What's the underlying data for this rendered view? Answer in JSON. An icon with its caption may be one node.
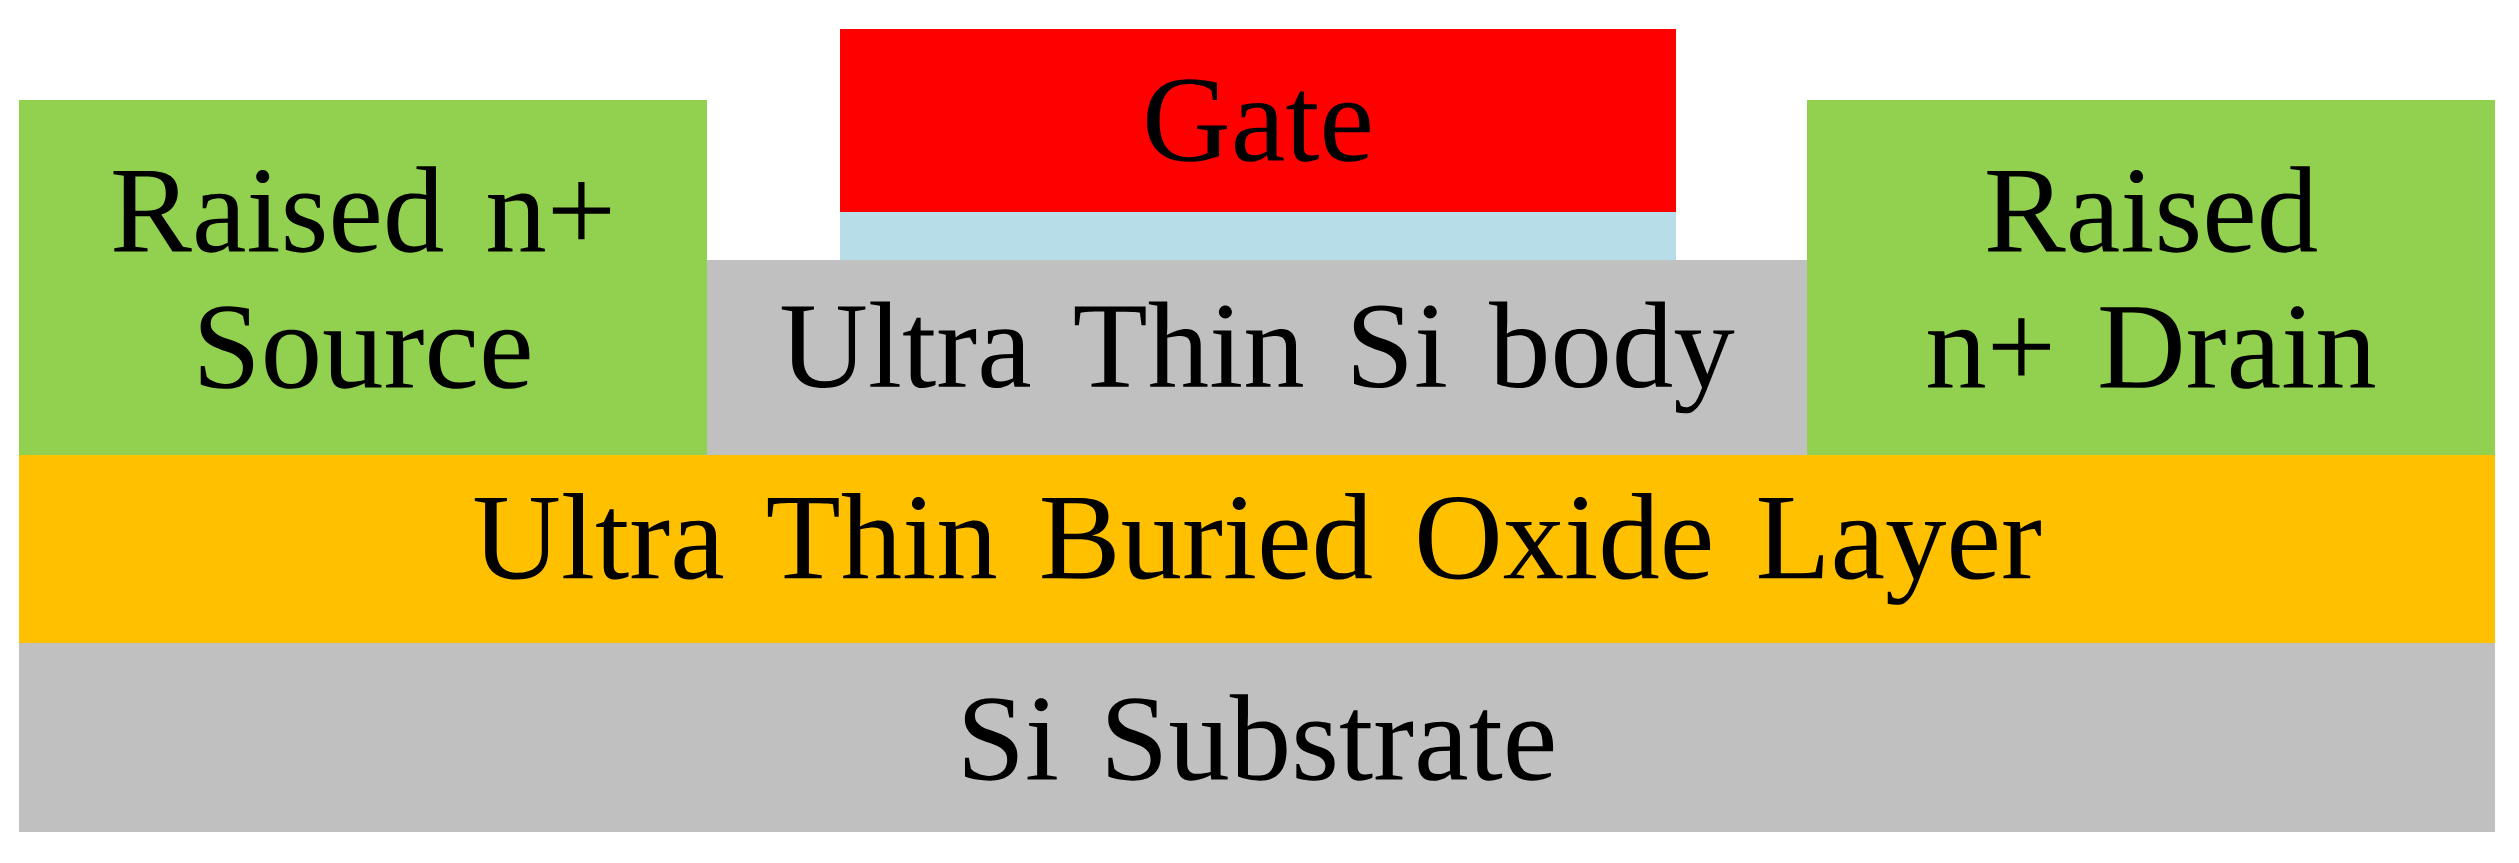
{
  "diagram": {
    "nodes": [
      {
        "text": [
          "Gate"
        ]
      },
      {
        "text": [],
        "shape": "box"
      },
      {
        "text": [
          "Raised n+ Source"
        ]
      },
      {
        "text": [
          "Ultra Thin Si body"
        ]
      },
      {
        "text": [
          "Raised n+ Drain"
        ]
      },
      {
        "text": [
          "Ultra Thin Buried Oxide Layer"
        ]
      },
      {
        "text": [
          "Si Substrate"
        ]
      }
    ]
  }
}
